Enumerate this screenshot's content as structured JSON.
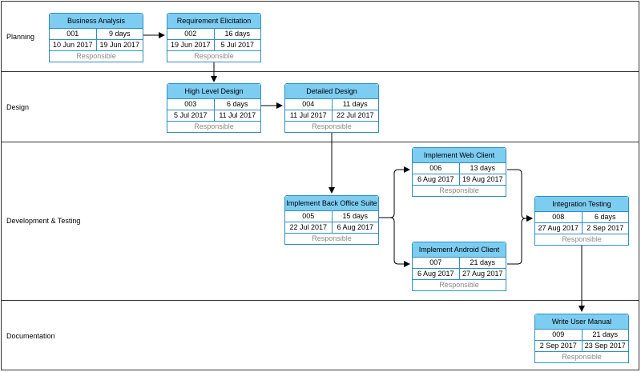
{
  "lanes": [
    {
      "label": "Planning"
    },
    {
      "label": "Design"
    },
    {
      "label": "Development & Testing"
    },
    {
      "label": "Documentation"
    }
  ],
  "tasks": [
    {
      "name": "Business Analysis",
      "id": "001",
      "duration": "9 days",
      "start": "10 Jun 2017",
      "end": "19 Jun 2017",
      "responsible": "Responsible"
    },
    {
      "name": "Requirement Elicitation",
      "id": "002",
      "duration": "16 days",
      "start": "19 Jun 2017",
      "end": "5 Jul 2017",
      "responsible": "Responsible"
    },
    {
      "name": "High Level Design",
      "id": "003",
      "duration": "6 days",
      "start": "5 Jul 2017",
      "end": "11 Jul 2017",
      "responsible": "Responsible"
    },
    {
      "name": "Detailed Design",
      "id": "004",
      "duration": "11 days",
      "start": "11 Jul 2017",
      "end": "22 Jul 2017",
      "responsible": "Responsible"
    },
    {
      "name": "Implement Back Office Suite",
      "id": "005",
      "duration": "15 days",
      "start": "22 Jul 2017",
      "end": "6 Aug 2017",
      "responsible": "Responsible"
    },
    {
      "name": "Implement Web Client",
      "id": "006",
      "duration": "13 days",
      "start": "6 Aug 2017",
      "end": "19 Aug 2017",
      "responsible": "Responsible"
    },
    {
      "name": "Implement Android Client",
      "id": "007",
      "duration": "21 days",
      "start": "6 Aug 2017",
      "end": "27 Aug 2017",
      "responsible": "Responsible"
    },
    {
      "name": "Integration Testing",
      "id": "008",
      "duration": "6 days",
      "start": "27 Aug 2017",
      "end": "2 Sep 2017",
      "responsible": "Responsible"
    },
    {
      "name": "Write User Manual",
      "id": "009",
      "duration": "21 days",
      "start": "2 Sep 2017",
      "end": "23 Sep 2017",
      "responsible": "Responsible"
    }
  ],
  "colors": {
    "header_fill": "#7dcdf2",
    "border": "#2e8fbf",
    "connector": "#000000"
  }
}
